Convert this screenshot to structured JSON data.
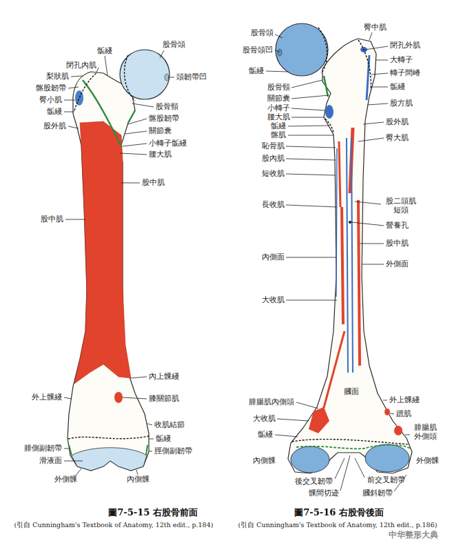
{
  "diagram": {
    "labels": [
      "骺綫",
      "股骨頭",
      "閉孔內肌",
      "梨狀肌",
      "頭韌帶凹",
      "髂股韌帶",
      "臀小肌",
      "骺綫",
      "股骨頸",
      "股外肌",
      "髂股韌帶",
      "關節囊",
      "小轉子骺綫",
      "腰大肌",
      "股中肌",
      "股中肌",
      "內上髁綫",
      "外上髁綫",
      "膝關節肌",
      "收肌結節",
      "骺綫",
      "腓側副韌帶",
      "脛側副韌帶",
      "滑液面",
      "外側髁",
      "內側髁",
      "圖7-5-15 右股骨前面",
      "(引自 Cunningham's Textbook of Anatomy, 12th edit., p.184)",
      "股骨頭",
      "臀中肌",
      "股骨頭凹",
      "閉孔外肌",
      "大轉子",
      "骺綫",
      "轉子間嵴",
      "股骨頸",
      "骺綫",
      "關節囊",
      "股方肌",
      "小轉子",
      "腰大肌",
      "股外肌",
      "骺綫",
      "髂肌",
      "臀大肌",
      "恥骨肌",
      "股內肌",
      "短收肌",
      "股二頭肌 短頭",
      "長收肌",
      "營養孔",
      "股中肌",
      "內側面",
      "外側面",
      "大收肌",
      "膕面",
      "外上髁綫",
      "腓腸肌內側頭",
      "蹠肌",
      "大收肌",
      "腓腸肌 外側頭",
      "骺綫",
      "內側髁",
      "外側髁",
      "後交叉韌帶",
      "前交叉韌帶",
      "髁間切迹",
      "膕斜韌帶",
      "圖7-5-16 右股骨後面",
      "(引自 Cunningham's Textbook of Anatomy, 12th edit., p.186)",
      "中华整形大典"
    ]
  }
}
